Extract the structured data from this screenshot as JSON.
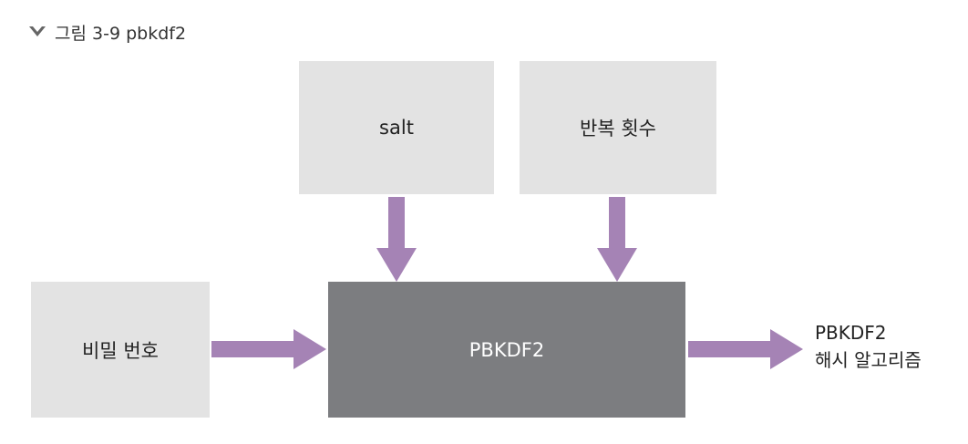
{
  "caption": {
    "text": "그림 3-9  pbkdf2",
    "icon": "chevron-down-icon"
  },
  "boxes": {
    "salt": "salt",
    "iterations": "반복 횟수",
    "password": "비밀 번호",
    "pbkdf2": "PBKDF2"
  },
  "output": {
    "line1": "PBKDF2",
    "line2": "해시 알고리즘"
  },
  "colors": {
    "light_box": "#e3e3e3",
    "dark_box": "#7c7d80",
    "arrow": "#a583b5",
    "text": "#222222"
  }
}
